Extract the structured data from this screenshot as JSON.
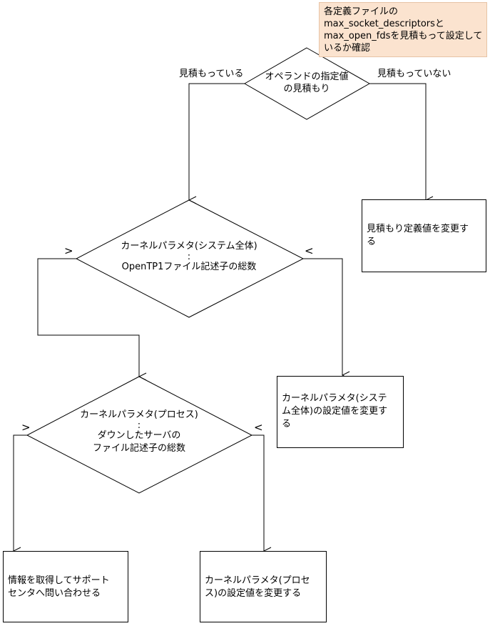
{
  "note": {
    "lines": [
      "各定義ファイルの",
      "max_socket_descriptorsと",
      "max_open_fdsを見積もって設定して",
      "いるか確認"
    ]
  },
  "decision1": {
    "lines": [
      "オペランドの指定値",
      "の見積もり"
    ]
  },
  "decision1_left_label": "見積もっている",
  "decision1_right_label": "見積もっていない",
  "box_estimate": {
    "lines": [
      "見積もり定義値を変更す",
      "る"
    ]
  },
  "decision2": {
    "lines": [
      "カーネルパラメタ(システム全体)",
      ":",
      "OpenTP1ファイル記述子の総数"
    ]
  },
  "decision2_left_label": ">",
  "decision2_right_label": "<",
  "box_system": {
    "lines": [
      "カーネルパラメタ(システ",
      "ム全体)の設定値を変更す",
      "る"
    ]
  },
  "decision3": {
    "lines": [
      "カーネルパラメタ(プロセス)",
      ":",
      "ダウンしたサーバの",
      "ファイル記述子の総数"
    ]
  },
  "decision3_left_label": ">",
  "decision3_right_label": "<",
  "box_support": {
    "lines": [
      "情報を取得してサポート",
      "センタへ問い合わせる"
    ]
  },
  "box_process": {
    "lines": [
      "カーネルパラメタ(プロセ",
      "ス)の設定値を変更する"
    ]
  }
}
